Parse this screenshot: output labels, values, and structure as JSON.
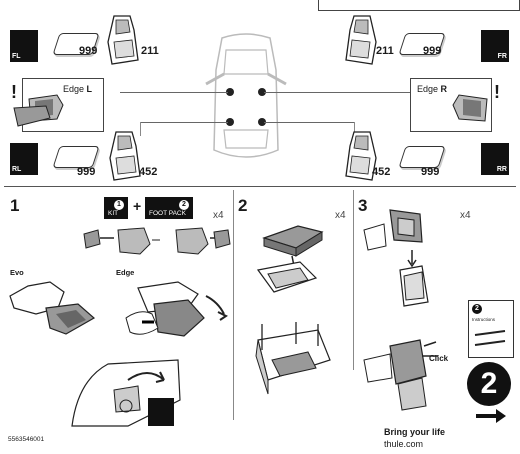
{
  "top": {
    "fl": {
      "corner": "FL",
      "pad_code": "999",
      "tower_code": "211"
    },
    "fr": {
      "corner": "FR",
      "pad_code": "999",
      "tower_code": "211"
    },
    "rl": {
      "corner": "RL",
      "pad_code": "999",
      "tower_code": "452"
    },
    "rr": {
      "corner": "RR",
      "pad_code": "999",
      "tower_code": "452"
    },
    "edge_left": {
      "prefix": "Edge",
      "side": "L"
    },
    "edge_right": {
      "prefix": "Edge",
      "side": "R"
    },
    "warning_glyph": "!"
  },
  "step1": {
    "number": "1",
    "kit_label": "KIT",
    "kit_num": "1",
    "plus": "+",
    "footpack_label": "FOOT PACK",
    "footpack_num": "2",
    "count": "x4",
    "evo_label": "Evo",
    "edge_label": "Edge"
  },
  "step2": {
    "number": "2",
    "count": "x4"
  },
  "step3": {
    "number": "3",
    "count": "x4",
    "click_label": "Click"
  },
  "booklet": {
    "badge": "2",
    "title": "Instructions"
  },
  "footer": {
    "next_step": "2",
    "tagline": "Bring your life",
    "url": "thule.com",
    "doc_number": "5563546001"
  },
  "colors": {
    "ink": "#1a1a1a",
    "accent": "#000000",
    "rule": "#666666"
  }
}
